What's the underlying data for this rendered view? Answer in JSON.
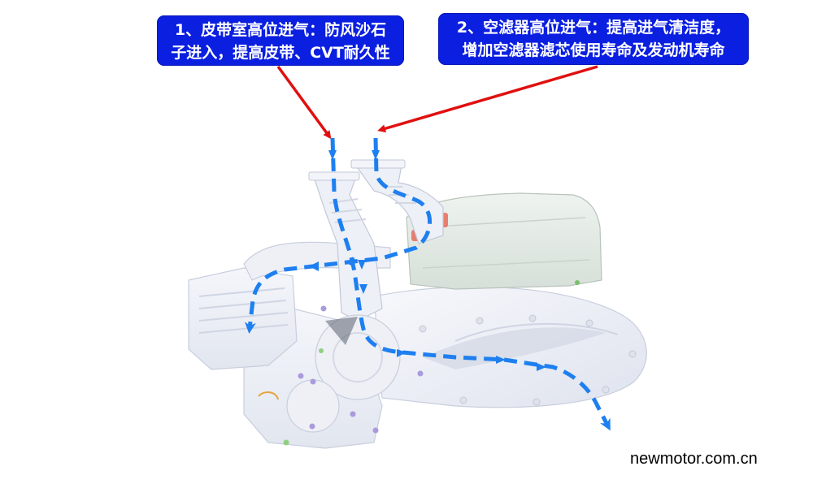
{
  "callouts": [
    {
      "number": "1",
      "lines": [
        "1、皮带室高位进气：防风沙石",
        "子进入，提高皮带、CVT耐久性"
      ]
    },
    {
      "number": "2",
      "lines": [
        "2、空滤器高位进气：提高进气清洁度，",
        "增加空滤器滤芯使用寿命及发动机寿命"
      ]
    }
  ],
  "watermark": "newmotor.com.cn",
  "colors": {
    "callout_bg": "#0b1fe0",
    "callout_text": "#ffffff",
    "pointer_arrow": "#e01010",
    "airflow_arrow": "#1e7ff0",
    "engine_body": "#eceff6",
    "engine_outline": "#c8cedd",
    "air_filter_box": "#e2eae4",
    "duct_red": "#e86a5a"
  },
  "icons": {
    "pointer": "red-arrow",
    "airflow": "blue-dashed-arrow"
  }
}
